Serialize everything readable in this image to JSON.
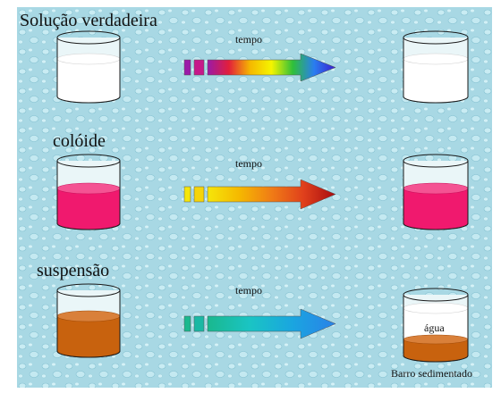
{
  "colors": {
    "background": "#a8d8e4",
    "glass_outline": "#1a1a1a",
    "solution": "#ffffff",
    "colloid": "#f0196e",
    "suspension": "#c8620e",
    "mud": "#c8620e"
  },
  "rows": [
    {
      "title": "Solução verdadeira",
      "arrow_label": "tempo",
      "arrow_gradient": [
        "#9b1aa8",
        "#e21f3b",
        "#f5b800",
        "#f5f500",
        "#2fbf3a",
        "#2a7df0",
        "#3a1fd1"
      ],
      "before_liquid": "#ffffff",
      "after_liquid": "#ffffff"
    },
    {
      "title": "colóide",
      "arrow_label": "tempo",
      "arrow_gradient": [
        "#f5e60a",
        "#f5b800",
        "#f07c16",
        "#e0401c",
        "#a80d10"
      ],
      "before_liquid": "#f0196e",
      "after_liquid": "#f0196e"
    },
    {
      "title": "suspensão",
      "arrow_label": "tempo",
      "arrow_gradient": [
        "#1ab88e",
        "#1ac4c4",
        "#1aa5e0",
        "#2a82e8"
      ],
      "before_liquid": "#c8620e",
      "after_top_liquid": "#ffffff",
      "after_sediment": "#c8620e",
      "after_inner_label": "água",
      "after_caption": "Barro sedimentado"
    }
  ]
}
